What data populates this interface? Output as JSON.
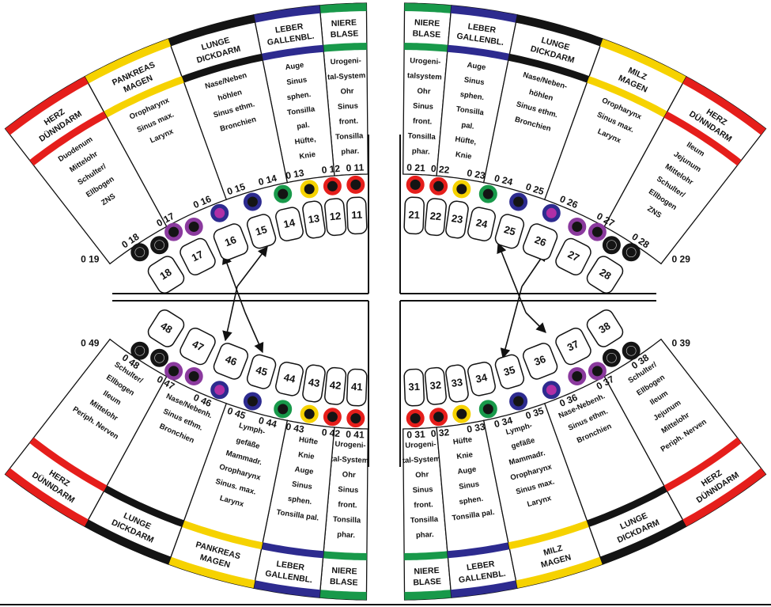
{
  "colors": {
    "red": "#e51e1b",
    "yellow": "#f6d200",
    "black": "#141414",
    "blue": "#2d2b8f",
    "green": "#18994a",
    "purple": "#8b3a9e",
    "magenta": "#b02fa6"
  },
  "quadrants": [
    {
      "extra_label": "0 19",
      "sectors": [
        {
          "organ": [
            "NIERE",
            "BLASE"
          ],
          "color": "green",
          "text": [
            "Urogeni-",
            "tal-System",
            "Ohr",
            "Sinus",
            "front.",
            "Tonsilla",
            "phar."
          ]
        },
        {
          "organ": [
            "LEBER",
            "GALLENBL."
          ],
          "color": "blue",
          "text": [
            "Auge",
            "Sinus",
            "sphen.",
            "Tonsilla",
            "pal.",
            "Hüfte,",
            "Knie"
          ]
        },
        {
          "organ": [
            "LUNGE",
            "DICKDARM"
          ],
          "color": "black",
          "text": [
            "Nase/Neben",
            "höhlen",
            "Sinus ethm.",
            "Bronchien"
          ]
        },
        {
          "organ": [
            "PANKREAS",
            "MAGEN"
          ],
          "color": "yellow",
          "text": [
            "Oropharynx",
            "Sinus max.",
            "Larynx"
          ]
        },
        {
          "organ": [
            "HERZ",
            "DÜNNDARM"
          ],
          "color": "red",
          "text": [
            "Duodenum",
            "Mittelohr",
            "Schulter/",
            "Ellbogen",
            "ZNS"
          ]
        }
      ],
      "teeth": [
        {
          "number": "11",
          "point_label": "0 11",
          "ring": "red",
          "center": "black",
          "dots": 1
        },
        {
          "number": "12",
          "point_label": "0 12",
          "ring": "red",
          "center": "black",
          "dots": 1
        },
        {
          "number": "13",
          "point_label": "0 13",
          "ring": "yellow",
          "center": "black",
          "dots": 1
        },
        {
          "number": "14",
          "point_label": "0 14",
          "ring": "green",
          "center": "black",
          "dots": 1
        },
        {
          "number": "15",
          "point_label": "0 15",
          "ring": "blue",
          "center": "black",
          "dots": 1
        },
        {
          "number": "16",
          "point_label": "0 16",
          "ring": "blue",
          "center": "magenta",
          "dots": 1
        },
        {
          "number": "17",
          "point_label": "0 17",
          "ring": "purple",
          "center": "black",
          "dots": 2
        },
        {
          "number": "18",
          "point_label": "0 18",
          "ring": "black",
          "center": "black",
          "dots": 2
        }
      ]
    },
    {
      "extra_label": "0 29",
      "sectors": [
        {
          "organ": [
            "NIERE",
            "BLASE"
          ],
          "color": "green",
          "text": [
            "Urogeni-",
            "talsystem",
            "Ohr",
            "Sinus",
            "front.",
            "Tonsilla",
            "phar."
          ]
        },
        {
          "organ": [
            "LEBER",
            "GALLENBL."
          ],
          "color": "blue",
          "text": [
            "Auge",
            "Sinus",
            "sphen.",
            "Tonsilla",
            "pal.",
            "Hüfte,",
            "Knie"
          ]
        },
        {
          "organ": [
            "LUNGE",
            "DICKDARM"
          ],
          "color": "black",
          "text": [
            "Nase/Neben-",
            "höhlen",
            "Sinus ethm.",
            "Bronchien"
          ]
        },
        {
          "organ": [
            "MILZ",
            "MAGEN"
          ],
          "color": "yellow",
          "text": [
            "Oropharynx",
            "Sinus max.",
            "Larynx"
          ]
        },
        {
          "organ": [
            "HERZ",
            "DÜNNDARM"
          ],
          "color": "red",
          "text": [
            "Ileum",
            "Jejunum",
            "Mittelohr",
            "Schulter/",
            "Ellbogen",
            "ZNS"
          ]
        }
      ],
      "teeth": [
        {
          "number": "21",
          "point_label": "0 21",
          "ring": "red",
          "center": "black",
          "dots": 1
        },
        {
          "number": "22",
          "point_label": "0 22",
          "ring": "red",
          "center": "black",
          "dots": 1
        },
        {
          "number": "23",
          "point_label": "0 23",
          "ring": "yellow",
          "center": "black",
          "dots": 1
        },
        {
          "number": "24",
          "point_label": "0 24",
          "ring": "green",
          "center": "black",
          "dots": 1
        },
        {
          "number": "25",
          "point_label": "0 25",
          "ring": "blue",
          "center": "black",
          "dots": 1
        },
        {
          "number": "26",
          "point_label": "0 26",
          "ring": "blue",
          "center": "magenta",
          "dots": 1
        },
        {
          "number": "27",
          "point_label": "0 27",
          "ring": "purple",
          "center": "black",
          "dots": 2
        },
        {
          "number": "28",
          "point_label": "0 28",
          "ring": "black",
          "center": "black",
          "dots": 2
        }
      ]
    },
    {
      "extra_label": "0 49",
      "sectors": [
        {
          "organ": [
            "NIERE",
            "BLASE"
          ],
          "color": "green",
          "text": [
            "Urogeni-",
            "tal-System",
            "Ohr",
            "Sinus",
            "front.",
            "Tonsilla",
            "phar."
          ]
        },
        {
          "organ": [
            "LEBER",
            "GALLENBL."
          ],
          "color": "blue",
          "text": [
            "Hüfte",
            "Knie",
            "Auge",
            "Sinus",
            "sphen.",
            "Tonsilla pal."
          ]
        },
        {
          "organ": [
            "PANKREAS",
            "MAGEN"
          ],
          "color": "yellow",
          "text": [
            "Lymph-",
            "gefäße",
            "Mammadr.",
            "Oropharynx",
            "Sinus. max.",
            "Larynx"
          ]
        },
        {
          "organ": [
            "LUNGE",
            "DICKDARM"
          ],
          "color": "black",
          "text": [
            "Nase/Nebenh.",
            "Sinus ethm.",
            "Bronchien"
          ]
        },
        {
          "organ": [
            "HERZ",
            "DÜNNDARM"
          ],
          "color": "red",
          "text": [
            "Schulter/",
            "Ellbogen",
            "Ileum",
            "Mittelohr",
            "Periph. Nerven"
          ]
        }
      ],
      "teeth": [
        {
          "number": "41",
          "point_label": "0 41",
          "ring": "red",
          "center": "black",
          "dots": 1
        },
        {
          "number": "42",
          "point_label": "0 42",
          "ring": "red",
          "center": "black",
          "dots": 1
        },
        {
          "number": "43",
          "point_label": "0 43",
          "ring": "yellow",
          "center": "black",
          "dots": 1
        },
        {
          "number": "44",
          "point_label": "0 44",
          "ring": "green",
          "center": "black",
          "dots": 1
        },
        {
          "number": "45",
          "point_label": "0 45",
          "ring": "blue",
          "center": "black",
          "dots": 1
        },
        {
          "number": "46",
          "point_label": "0 46",
          "ring": "blue",
          "center": "magenta",
          "dots": 1
        },
        {
          "number": "47",
          "point_label": "0 47",
          "ring": "purple",
          "center": "black",
          "dots": 2
        },
        {
          "number": "48",
          "point_label": "0 48",
          "ring": "black",
          "center": "black",
          "dots": 2
        }
      ]
    },
    {
      "extra_label": "0 39",
      "sectors": [
        {
          "organ": [
            "NIERE",
            "BLASE"
          ],
          "color": "green",
          "text": [
            "Urogeni-",
            "tal-System",
            "Ohr",
            "Sinus",
            "front.",
            "Tonsilla",
            "phar."
          ]
        },
        {
          "organ": [
            "LEBER",
            "GALLENBL."
          ],
          "color": "blue",
          "text": [
            "Hüfte",
            "Knie",
            "Auge",
            "Sinus",
            "sphen.",
            "Tonsilla pal."
          ]
        },
        {
          "organ": [
            "MILZ",
            "MAGEN"
          ],
          "color": "yellow",
          "text": [
            "Lymph-",
            "gefäße",
            "Mammadr.",
            "Oropharynx",
            "Sinus max.",
            "Larynx"
          ]
        },
        {
          "organ": [
            "LUNGE",
            "DICKDARM"
          ],
          "color": "black",
          "text": [
            "Nase-Nebenh.",
            "Sinus ethm.",
            "Bronchien"
          ]
        },
        {
          "organ": [
            "HERZ",
            "DÜNNDARM"
          ],
          "color": "red",
          "text": [
            "Schulter/",
            "Ellbogen",
            "Ileum",
            "Jejunum",
            "Mittelohr",
            "Periph. Nerven"
          ]
        }
      ],
      "teeth": [
        {
          "number": "31",
          "point_label": "0 31",
          "ring": "red",
          "center": "black",
          "dots": 1
        },
        {
          "number": "32",
          "point_label": "0 32",
          "ring": "red",
          "center": "black",
          "dots": 1
        },
        {
          "number": "33",
          "point_label": "0 33",
          "ring": "yellow",
          "center": "black",
          "dots": 1
        },
        {
          "number": "34",
          "point_label": "0 34",
          "ring": "green",
          "center": "black",
          "dots": 1
        },
        {
          "number": "35",
          "point_label": "0 35",
          "ring": "blue",
          "center": "black",
          "dots": 1
        },
        {
          "number": "36",
          "point_label": "0 36",
          "ring": "blue",
          "center": "magenta",
          "dots": 1
        },
        {
          "number": "37",
          "point_label": "0 37",
          "ring": "purple",
          "center": "black",
          "dots": 2
        },
        {
          "number": "38",
          "point_label": "0 38",
          "ring": "black",
          "center": "black",
          "dots": 2
        }
      ]
    }
  ]
}
